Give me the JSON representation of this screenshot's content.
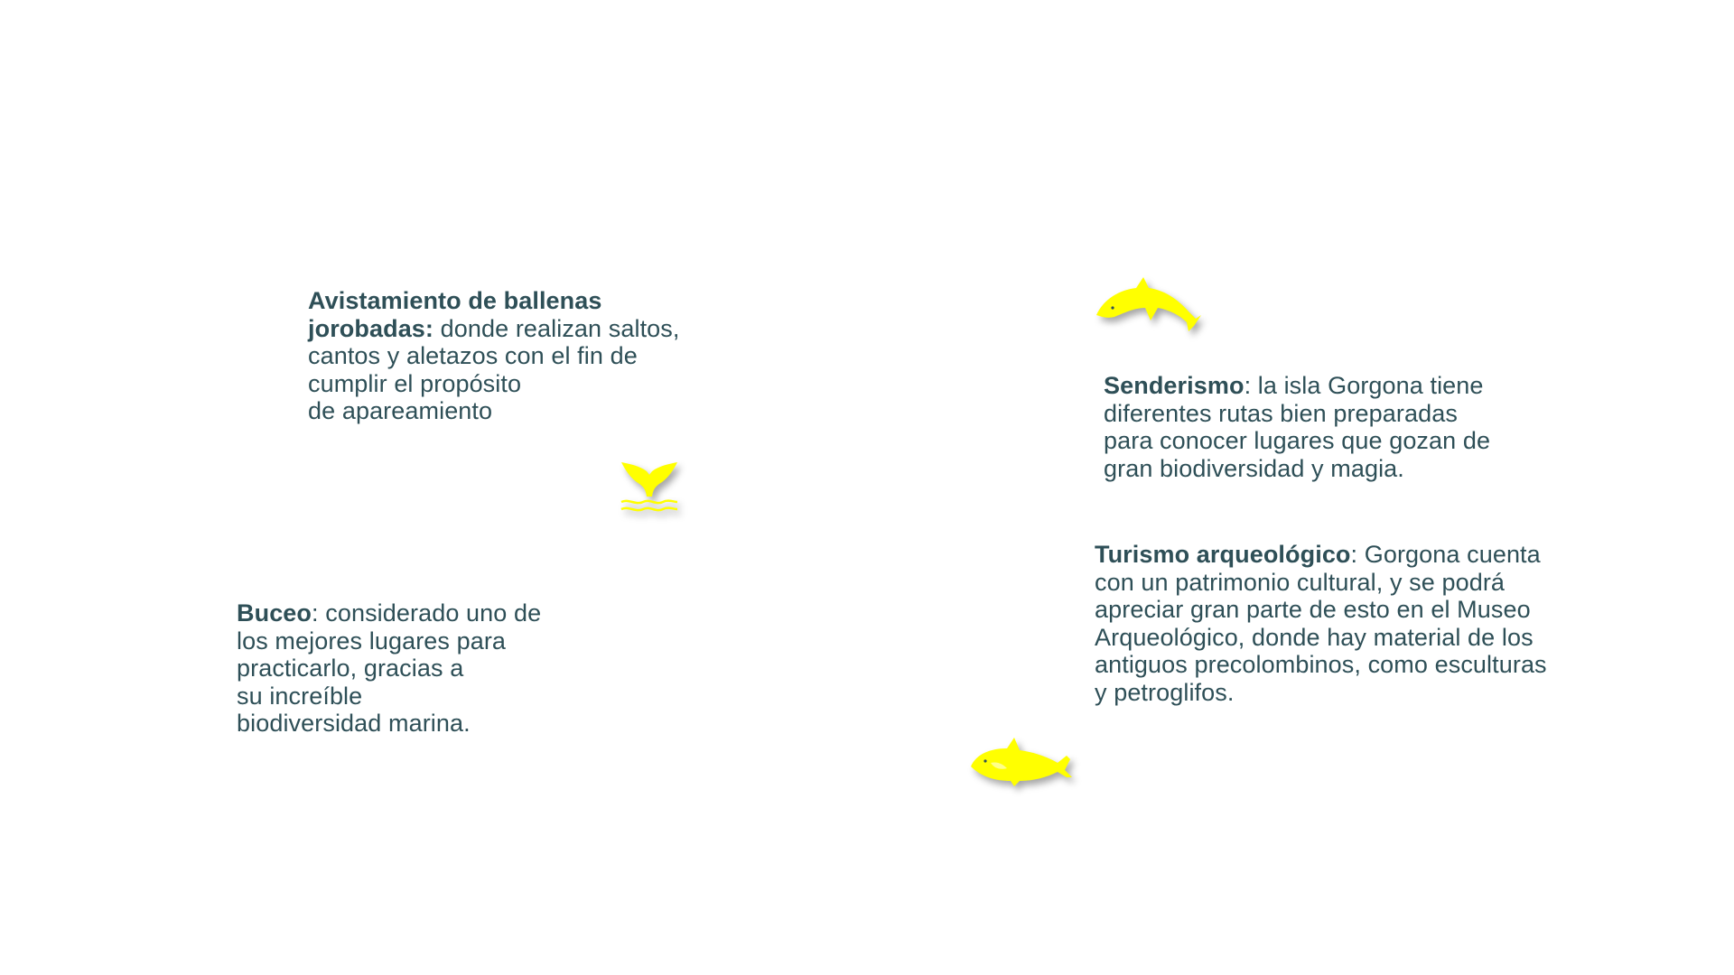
{
  "colors": {
    "text": "#2e4f57",
    "icon_fill": "#ffff00",
    "background": "#ffffff"
  },
  "icons": {
    "whale_tail": "whale-tail-icon",
    "dolphin": "dolphin-icon",
    "orca": "orca-icon"
  },
  "activities": {
    "ballenas": {
      "title_line1": "Avistamiento de ballenas",
      "title_line2": "jorobadas:",
      "text_line2": " donde realizan saltos,",
      "line3": "cantos y aletazos con el fin de",
      "line4": "cumplir el propósito",
      "line5": "de apareamiento"
    },
    "senderismo": {
      "title": "Senderismo",
      "text_line1": ": la isla Gorgona tiene",
      "line2": "diferentes rutas bien preparadas",
      "line3": "para conocer lugares que gozan de",
      "line4": "gran biodiversidad y magia."
    },
    "turismo": {
      "title": "Turismo arqueológico",
      "text_line1": ": Gorgona cuenta",
      "line2": "con un patrimonio cultural, y se podrá",
      "line3": "apreciar gran parte de esto en el Museo",
      "line4": "Arqueológico, donde hay material de los",
      "line5": "antiguos precolombinos, como esculturas",
      "line6": "y petroglifos."
    },
    "buceo": {
      "title": "Buceo",
      "text_line1": ": considerado uno de",
      "line2": "los mejores lugares para",
      "line3": "practicarlo, gracias a",
      "line4": "su increíble",
      "line5": "biodiversidad marina."
    }
  }
}
